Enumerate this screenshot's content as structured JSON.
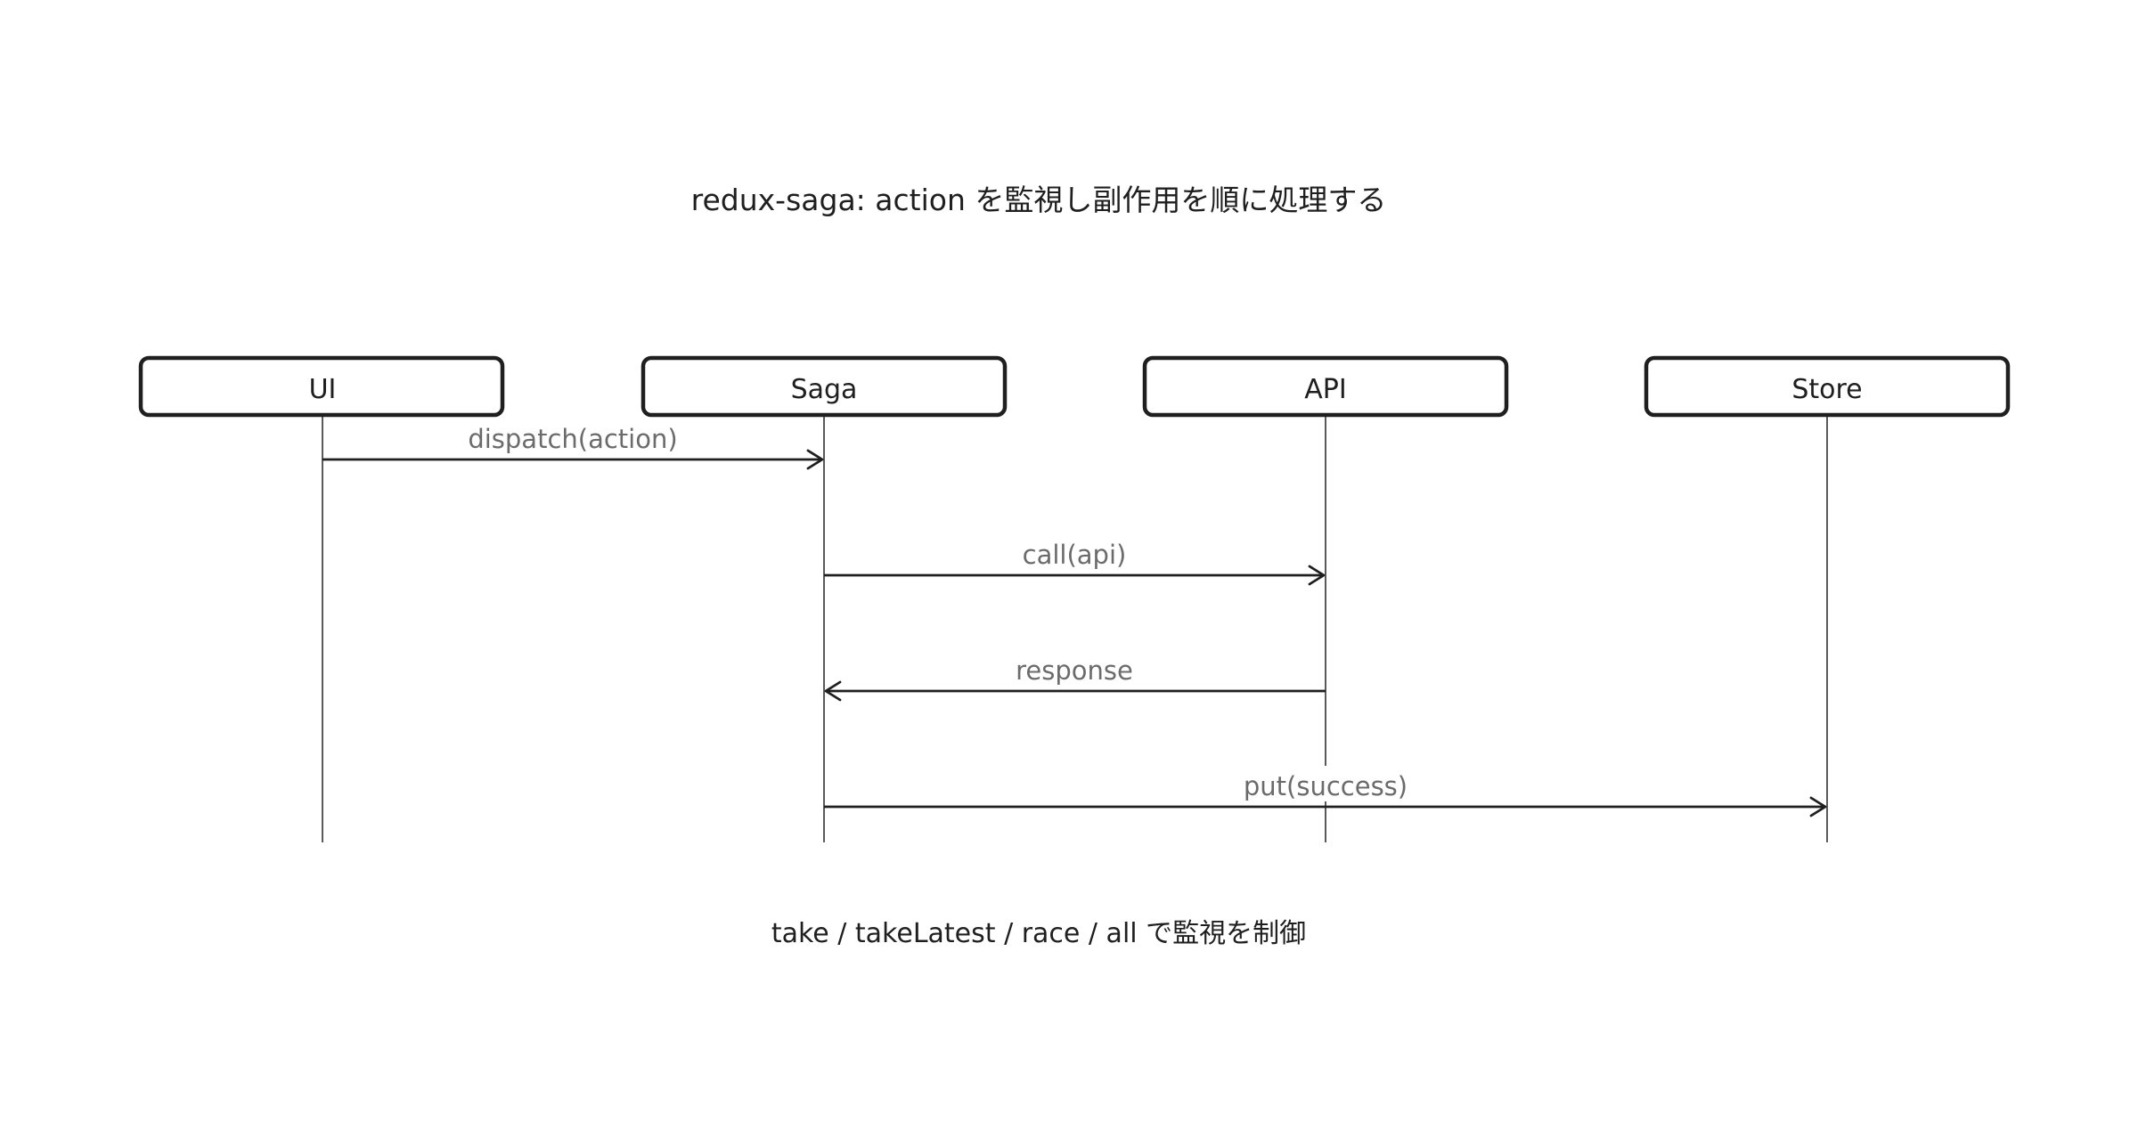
{
  "diagram": {
    "type": "sequence",
    "title": "redux-saga: action を監視し副作用を順に処理する",
    "caption": "take / takeLatest / race / all で監視を制御",
    "participants": [
      {
        "id": "ui",
        "label": "UI"
      },
      {
        "id": "saga",
        "label": "Saga"
      },
      {
        "id": "api",
        "label": "API"
      },
      {
        "id": "store",
        "label": "Store"
      }
    ],
    "messages": [
      {
        "from": "ui",
        "to": "saga",
        "label": "dispatch(action)"
      },
      {
        "from": "saga",
        "to": "api",
        "label": "call(api)"
      },
      {
        "from": "api",
        "to": "saga",
        "label": "response"
      },
      {
        "from": "saga",
        "to": "store",
        "label": "put(success)"
      }
    ]
  }
}
